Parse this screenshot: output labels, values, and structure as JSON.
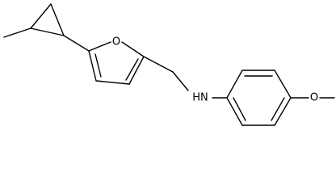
{
  "structure": {
    "atom_labels": {
      "furan_oxygen": "O",
      "amine": "HN",
      "methoxy_oxygen": "O"
    }
  }
}
